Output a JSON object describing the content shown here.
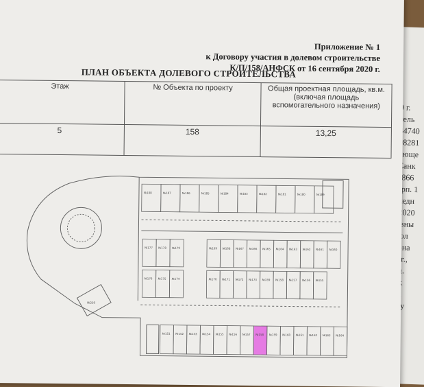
{
  "appendix": {
    "line1": "Приложение № 1",
    "line2": "к Договору участия в долевом строительстве",
    "line3": "К/П/158/АНФСК от 16 сентября 2020 г."
  },
  "title": "ПЛАН ОБЪЕКТА ДОЛЕВОГО СТРОИТЕЛЬСТВА",
  "table": {
    "headers": [
      "Этаж",
      "№ Объекта по проекту",
      "Общая проектная площадь, кв.м. (включая площадь вспомогательного назначения)"
    ],
    "row": [
      "5",
      "158",
      "13,25"
    ]
  },
  "plan": {
    "highlight_color": "#e57be3",
    "top_row": [
      "№188",
      "№187",
      "№186",
      "№185",
      "№184",
      "№183",
      "№182",
      "№181",
      "№180",
      "№189"
    ],
    "middle_left_upper": [
      "№177",
      "№178",
      "№179"
    ],
    "middle_left_lower": [
      "№176",
      "№175",
      "№174"
    ],
    "middle_upper": [
      "№169",
      "№168",
      "№167",
      "№166",
      "№165",
      "№164",
      "№163",
      "№162",
      "№161",
      "№160"
    ],
    "middle_lower": [
      "№170",
      "№171",
      "№172",
      "№173",
      "№159",
      "№158",
      "№157",
      "№156",
      "№155"
    ],
    "corner_room": "№250",
    "bottom_row": [
      "№151",
      "№152",
      "№153",
      "№154",
      "№155",
      "№156",
      "№157",
      "№158",
      "№159",
      "№160",
      "№161",
      "№162",
      "№163",
      "№164"
    ],
    "highlighted": "№158"
  },
  "background_text": [
    "0 г.",
    "тель",
    "34740",
    "08281",
    "люще",
    "Санк",
    "8866",
    "орп. 1",
    "жедн",
    ".2020",
    "овны",
    "пол",
    "р-на",
    "1 г.,",
    "ул.",
    "ик",
    ", а",
    "сту",
    "кс",
    "из",
    "ия"
  ]
}
